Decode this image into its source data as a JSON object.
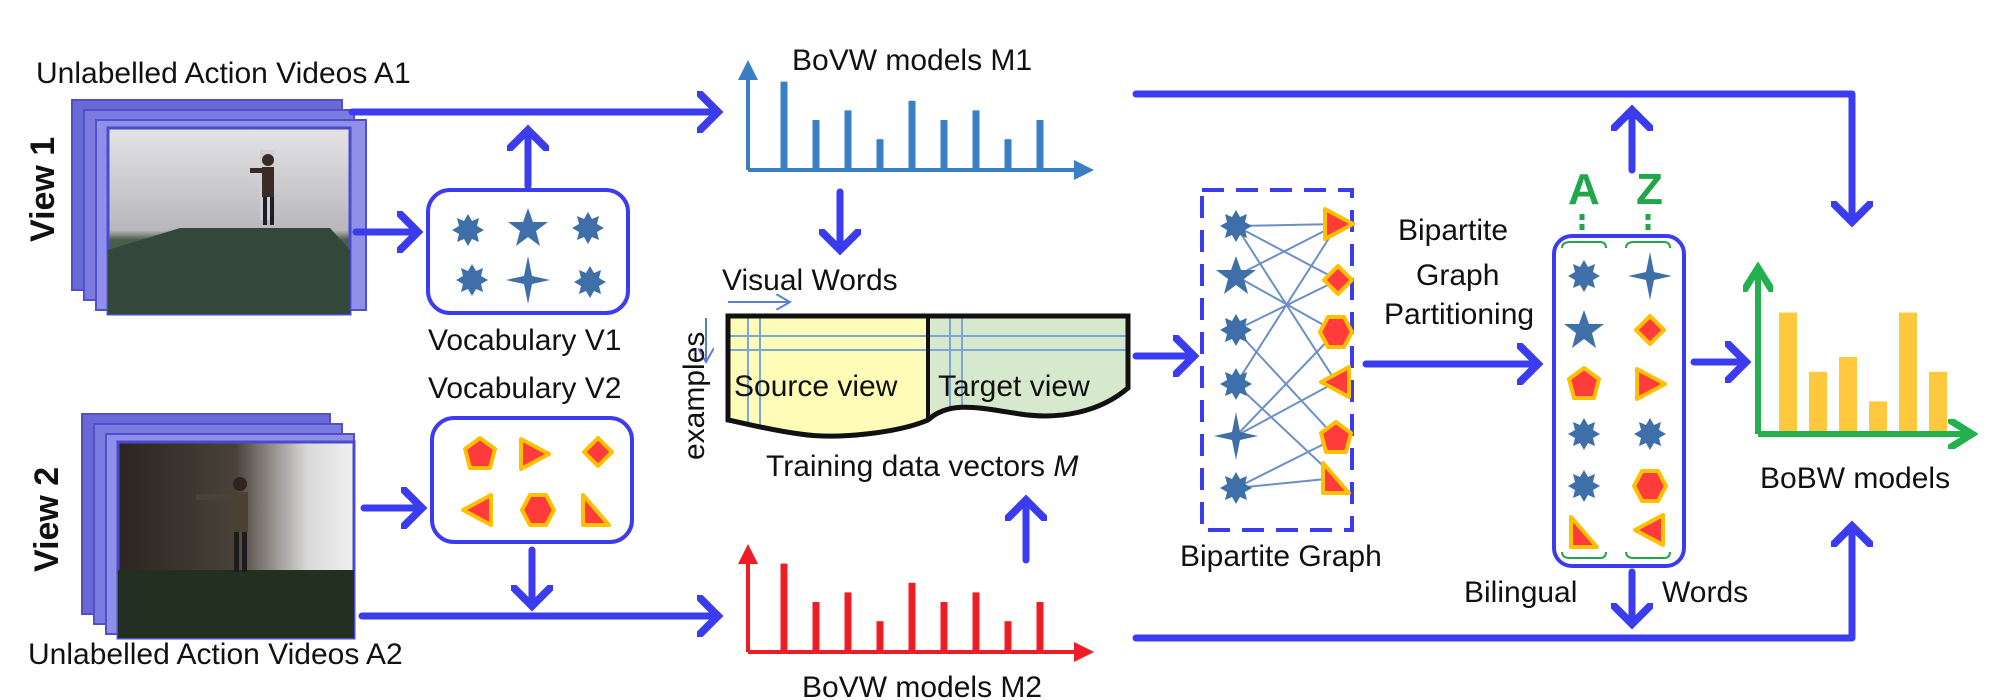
{
  "labels": {
    "videos_a1": "Unlabelled Action Videos A1",
    "videos_a2": "Unlabelled Action Videos A2",
    "view1": "View 1",
    "view2": "View 2",
    "vocab_v1": "Vocabulary V1",
    "vocab_v2": "Vocabulary V2",
    "bovw_m1": "BoVW models M1",
    "bovw_m2": "BoVW models M2",
    "visual_words": "Visual Words",
    "examples": "examples",
    "source_view": "Source view",
    "target_view": "Target view",
    "training_data": "Training data vectors",
    "training_symbol": "M",
    "bipartite_graph": "Bipartite Graph",
    "partitioning_line1": "Bipartite",
    "partitioning_line2": "Graph",
    "partitioning_line3": "Partitioning",
    "bilingual": "Bilingual",
    "words": "Words",
    "letter_a": "A",
    "letter_z": "Z",
    "bobw_models": "BoBW models"
  },
  "icons": {
    "view1_vocab": [
      "gear-icon",
      "star-icon",
      "gear-icon",
      "gear-icon",
      "sparkle-icon",
      "gear-icon"
    ],
    "view2_vocab": [
      "pentagon-icon",
      "triangle-right-icon",
      "diamond-icon",
      "triangle-left-icon",
      "hexagon-icon",
      "triangle-corner-icon"
    ]
  },
  "colors": {
    "arrow": "#3b3bf0",
    "m1_histogram": "#3a7fc6",
    "m2_histogram": "#ee1c24",
    "bobw_histogram": "#ffc83d",
    "bobw_axis": "#22b14c",
    "blue_word": "#3f6fa8",
    "red_word_fill": "#ff3b3b",
    "red_word_stroke": "#ffc000",
    "letter_green": "#22a64a",
    "source_fill": "#fffcb8",
    "target_fill": "#d6e9cc"
  },
  "chart_data": [
    {
      "type": "bar",
      "title": "BoVW models M1",
      "values": [
        9,
        5,
        6,
        3,
        7,
        5,
        6,
        3,
        5
      ],
      "ylim": [
        0,
        10
      ]
    },
    {
      "type": "bar",
      "title": "BoVW models M2",
      "values": [
        9,
        5,
        6,
        3,
        7,
        5,
        6,
        3,
        5
      ],
      "ylim": [
        0,
        10
      ]
    },
    {
      "type": "bar",
      "title": "BoBW models",
      "values": [
        8,
        4,
        5,
        2,
        8,
        4
      ],
      "ylim": [
        0,
        10
      ]
    }
  ]
}
